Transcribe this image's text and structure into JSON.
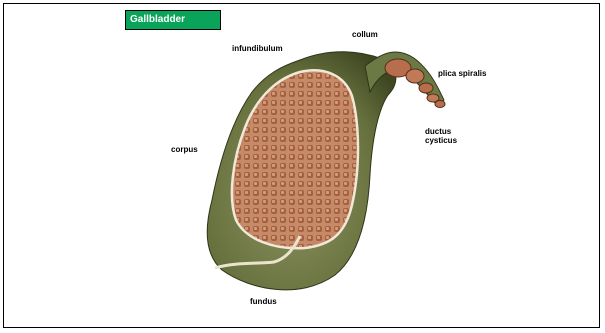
{
  "title": "Gallbladder",
  "colors": {
    "title_bg": "#0aa35a",
    "wall": "#6b7a45",
    "wall_dark": "#3f4a22",
    "lumen": "#b77a5a",
    "lumen_cell": "#8a4f33"
  },
  "labels": {
    "collum": "collum",
    "infundibulum": "infundibulum",
    "plica_spiralis": "plica spiralis",
    "ductus_cysticus": "ductus\ncysticus",
    "corpus": "corpus",
    "fundus": "fundus"
  }
}
